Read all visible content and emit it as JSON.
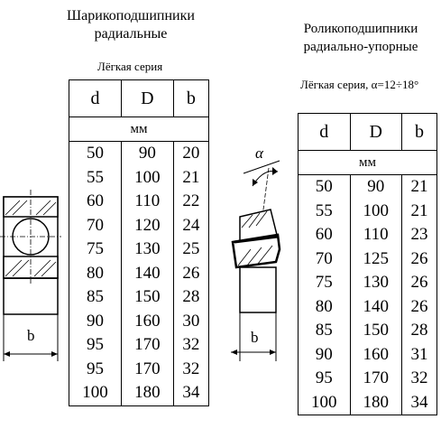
{
  "left": {
    "title_line1": "Шарикоподшипники",
    "title_line2": "радиальные",
    "series": "Лёгкая серия",
    "headers": [
      "d",
      "D",
      "b"
    ],
    "unit": "мм",
    "rows": [
      [
        "50",
        "90",
        "20"
      ],
      [
        "55",
        "100",
        "21"
      ],
      [
        "60",
        "110",
        "22"
      ],
      [
        "70",
        "120",
        "24"
      ],
      [
        "75",
        "130",
        "25"
      ],
      [
        "80",
        "140",
        "26"
      ],
      [
        "85",
        "150",
        "28"
      ],
      [
        "90",
        "160",
        "30"
      ],
      [
        "95",
        "170",
        "32"
      ],
      [
        "95",
        "170",
        "32"
      ],
      [
        "100",
        "180",
        "34"
      ]
    ]
  },
  "right": {
    "title_line1": "Роликоподшипники",
    "title_line2": "радиально-упорные",
    "series": "Лёгкая серия, α=12÷18°",
    "headers": [
      "d",
      "D",
      "b"
    ],
    "unit": "мм",
    "rows": [
      [
        "50",
        "90",
        "21"
      ],
      [
        "55",
        "100",
        "21"
      ],
      [
        "60",
        "110",
        "23"
      ],
      [
        "70",
        "125",
        "26"
      ],
      [
        "75",
        "130",
        "26"
      ],
      [
        "80",
        "140",
        "26"
      ],
      [
        "85",
        "150",
        "28"
      ],
      [
        "90",
        "160",
        "31"
      ],
      [
        "95",
        "170",
        "32"
      ],
      [
        "100",
        "180",
        "34"
      ]
    ]
  },
  "drawings": {
    "ball_b_label": "b",
    "roller_b_label": "b",
    "alpha_label": "α"
  }
}
